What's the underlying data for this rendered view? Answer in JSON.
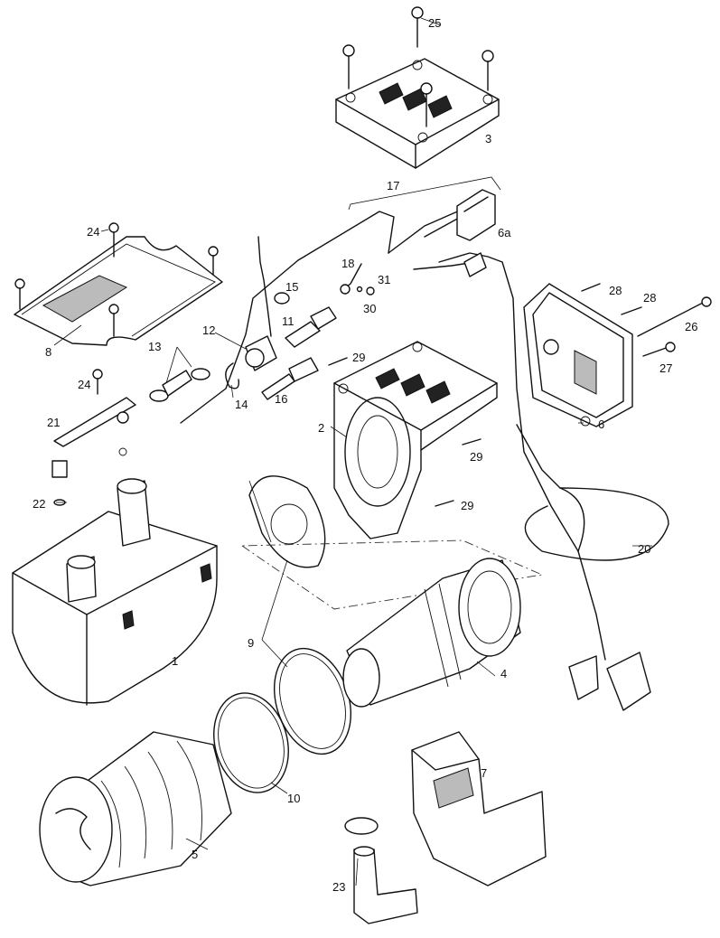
{
  "labels": {
    "l1": "1",
    "l2": "2",
    "l3": "3",
    "l4": "4",
    "l5": "5",
    "l6": "6",
    "l6a": "6a",
    "l7": "7",
    "l8": "8",
    "l9": "9",
    "l10": "10",
    "l11": "11",
    "l12": "12",
    "l13": "13",
    "l14": "14",
    "l15": "15",
    "l16": "16",
    "l17": "17",
    "l18": "18",
    "l20": "20",
    "l21": "21",
    "l22": "22",
    "l23": "23",
    "l24a": "24",
    "l24b": "24",
    "l25": "25",
    "l26": "26",
    "l27": "27",
    "l28a": "28",
    "l28b": "28",
    "l29a": "29",
    "l29b": "29",
    "l29c": "29",
    "l30": "30",
    "l31": "31"
  }
}
